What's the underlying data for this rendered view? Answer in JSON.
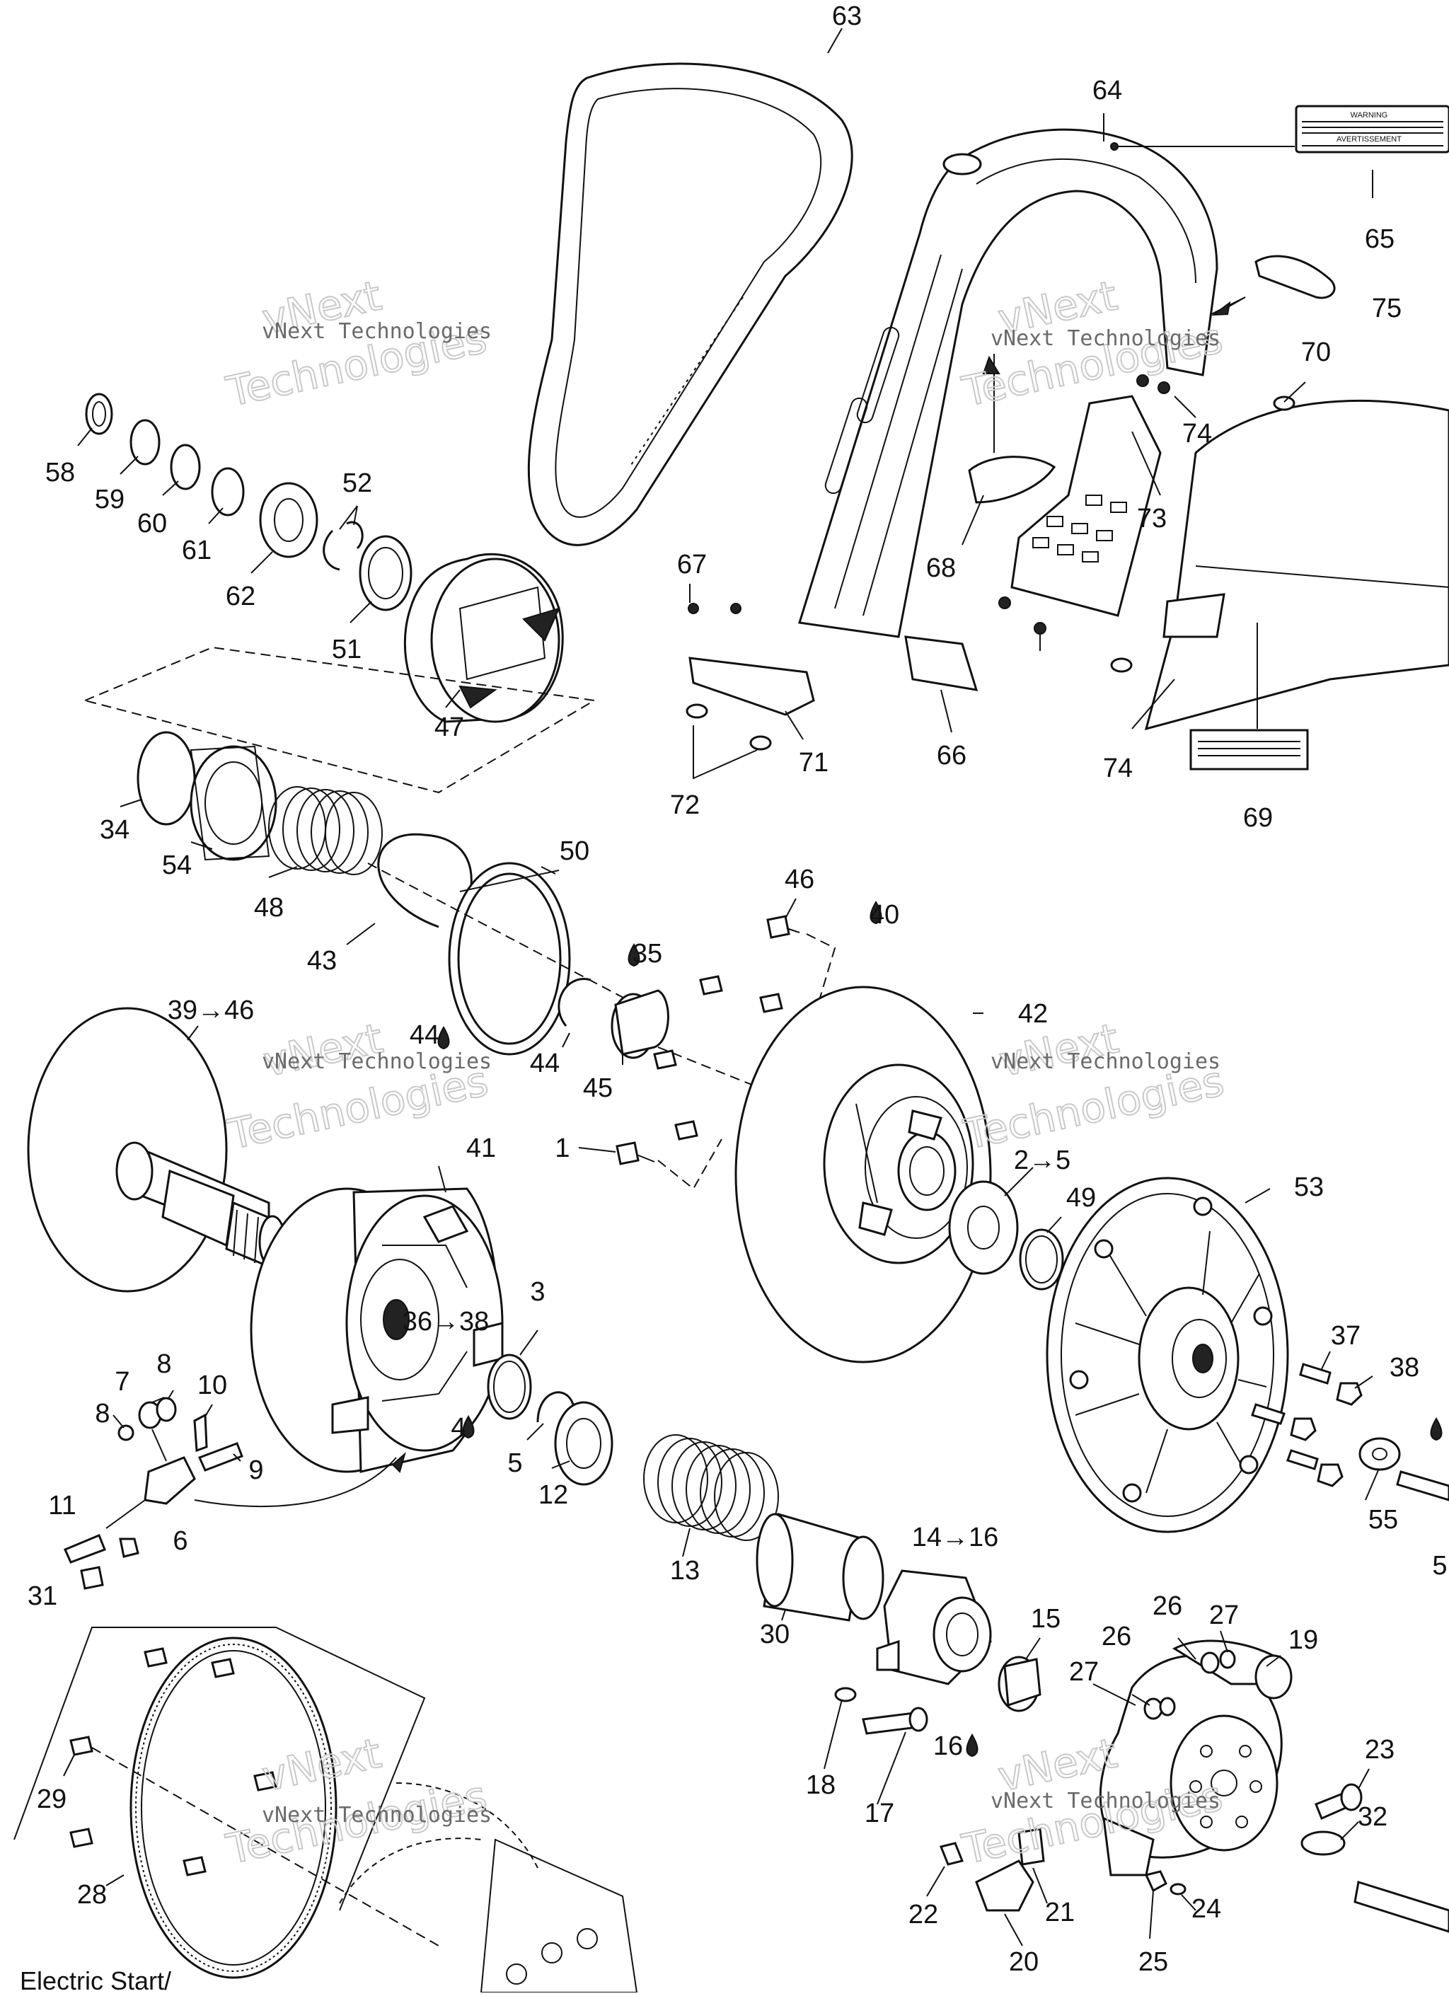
{
  "diagram": {
    "callouts": [
      "63",
      "64",
      "65",
      "75",
      "70",
      "74",
      "73",
      "58",
      "59",
      "60",
      "61",
      "62",
      "52",
      "51",
      "47",
      "67",
      "68",
      "72",
      "71",
      "66",
      "74",
      "69",
      "34",
      "54",
      "48",
      "50",
      "43",
      "46",
      "40",
      "35",
      "44",
      "44",
      "45",
      "42",
      "39→46",
      "1",
      "41",
      "2→5",
      "49",
      "53",
      "36→38",
      "3",
      "37",
      "38",
      "7",
      "8",
      "10",
      "8",
      "9",
      "4",
      "5",
      "12",
      "11",
      "6",
      "31",
      "13",
      "14→16",
      "30",
      "15",
      "26",
      "27",
      "19",
      "26",
      "27",
      "16",
      "18",
      "17",
      "23",
      "32",
      "29",
      "28",
      "22",
      "21",
      "20",
      "25",
      "24",
      "55",
      "5"
    ],
    "watermark": {
      "brand": "vNext Technologies",
      "wordmark_top": "vNext",
      "wordmark_bottom": "Technologies"
    },
    "footer_note": "Electric Start/",
    "warning_label": {
      "heading_1": "WARNING",
      "heading_2": "AVERTISSEMENT"
    }
  }
}
